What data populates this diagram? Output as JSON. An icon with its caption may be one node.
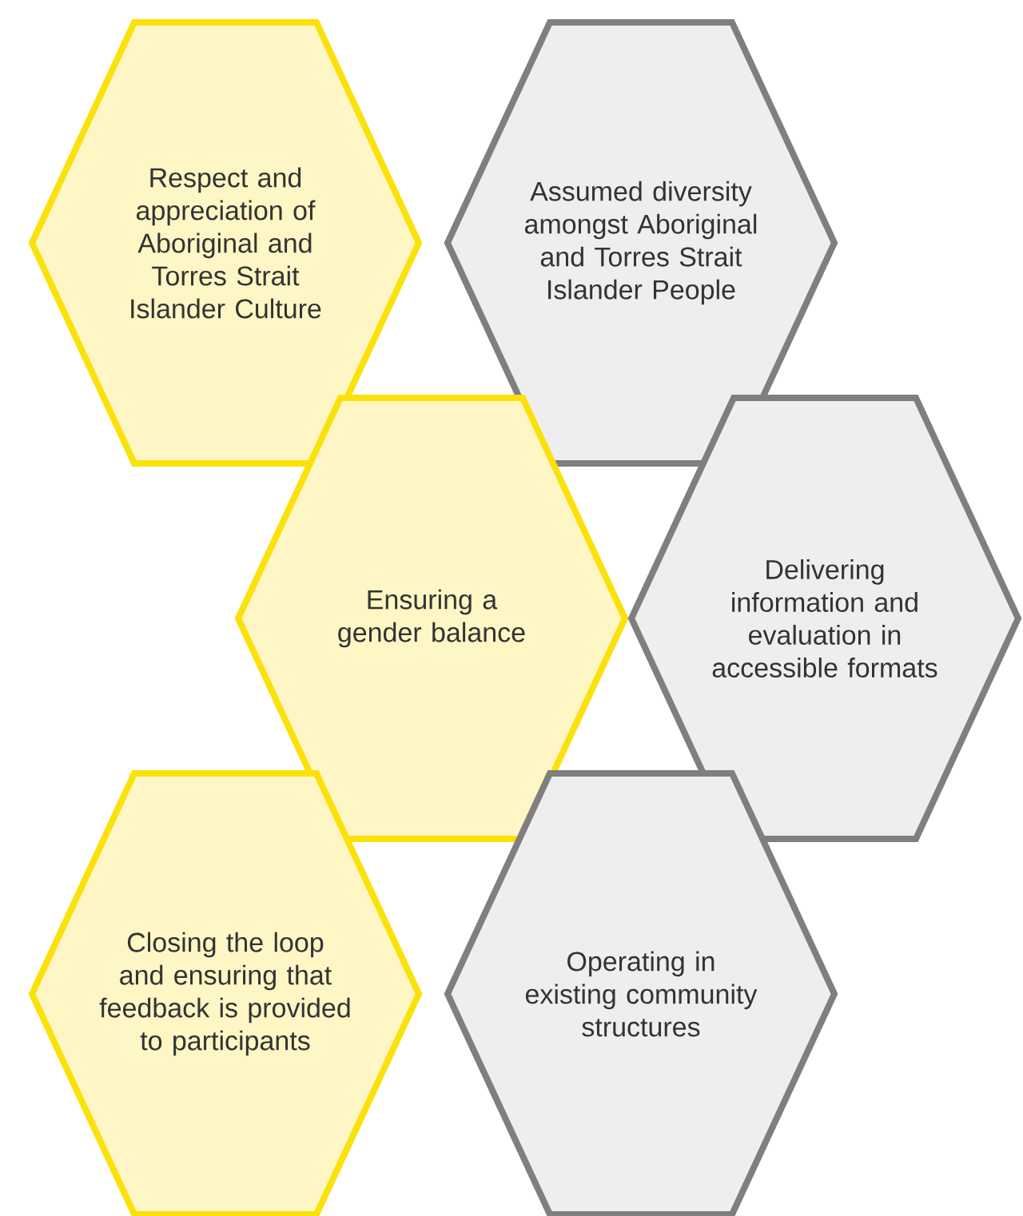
{
  "diagram": {
    "nodes": [
      {
        "text": [
          "Respect and appreciation of Aboriginal and Torres Strait Islander Culture"
        ]
      },
      {
        "text": [
          "Assumed diversity amongst Aboriginal and Torres Strait Islander People"
        ]
      },
      {
        "text": [
          "Ensuring a gender balance"
        ]
      },
      {
        "text": [
          "Delivering information and evaluation in accessible formats"
        ]
      },
      {
        "text": [
          "Closing the loop and ensuring that feedback is provided to participants"
        ]
      },
      {
        "text": [
          "Operating in existing community structures"
        ]
      }
    ]
  }
}
